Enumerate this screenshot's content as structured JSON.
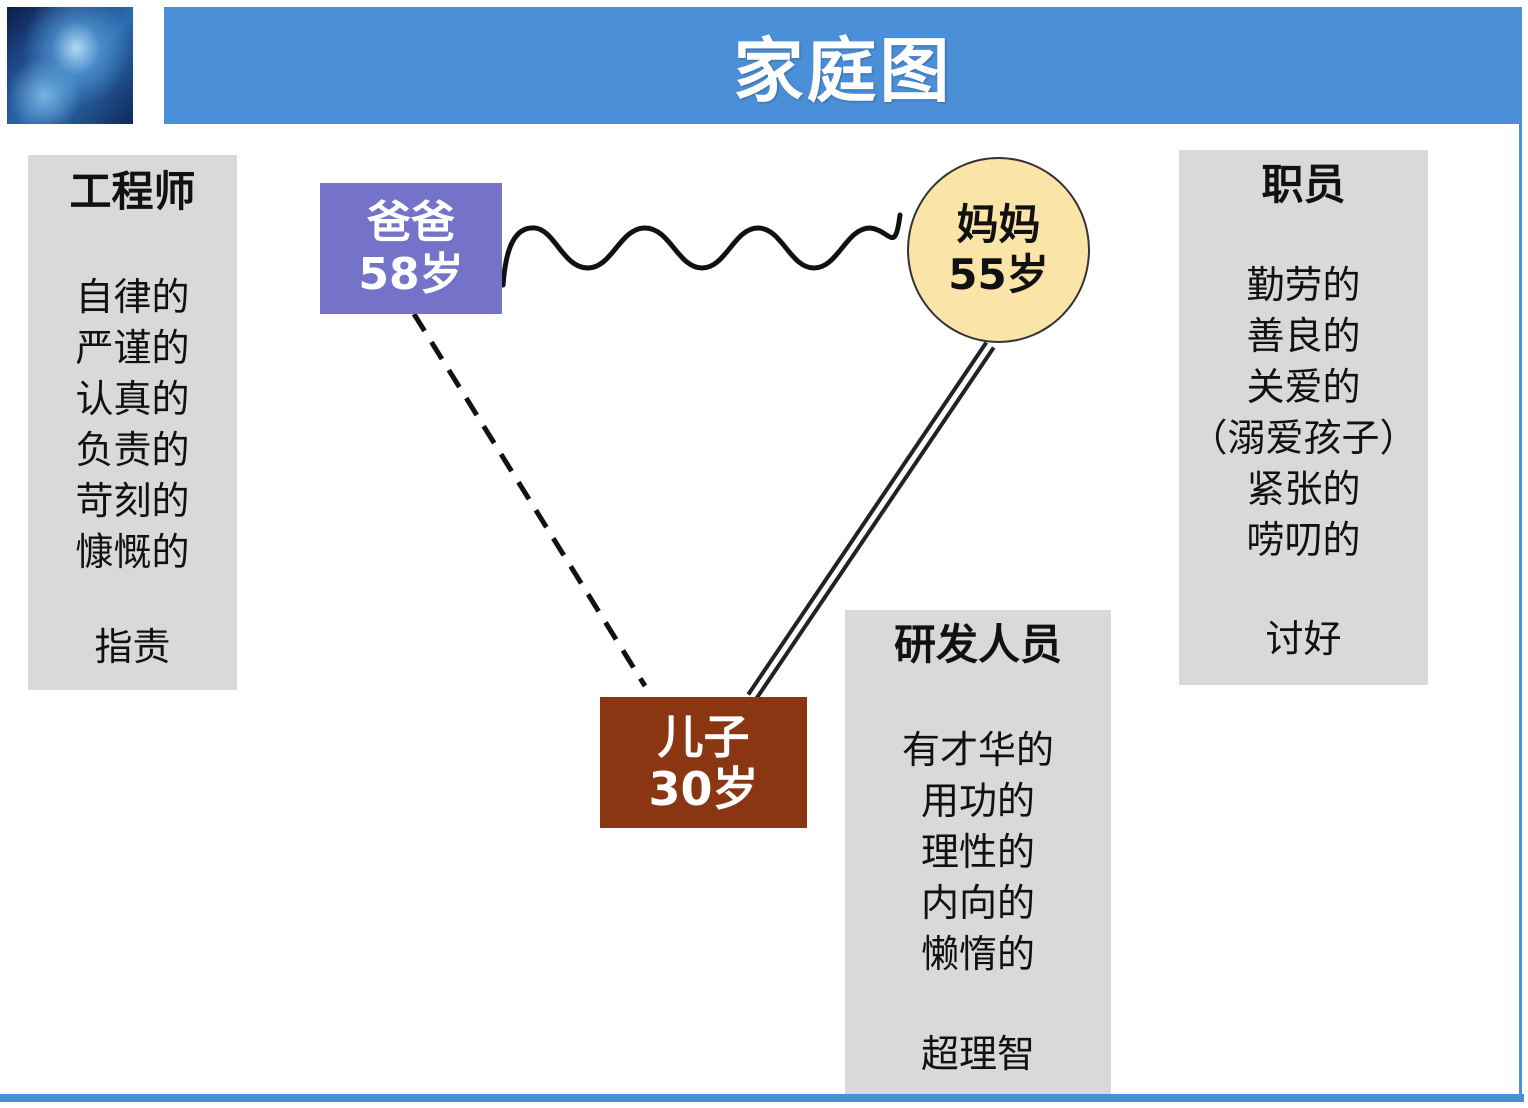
{
  "header": {
    "title": "家庭图"
  },
  "members": {
    "father": {
      "name": "爸爸",
      "age": "58岁"
    },
    "mother": {
      "name": "妈妈",
      "age": "55岁"
    },
    "son": {
      "name": "儿子",
      "age": "30岁"
    }
  },
  "father_traits": {
    "title": "工程师",
    "traits": [
      "自律的",
      "严谨的",
      "认真的",
      "负责的",
      "苛刻的",
      "慷慨的"
    ],
    "summary": "指责"
  },
  "mother_traits": {
    "title": "职员",
    "traits": [
      "勤劳的",
      "善良的",
      "关爱的",
      "（溺爱孩子）",
      "紧张的",
      "唠叨的"
    ],
    "summary": "讨好"
  },
  "son_traits": {
    "title": "研发人员",
    "traits": [
      "有才华的",
      "用功的",
      "理性的",
      "内向的",
      "懒惰的"
    ],
    "summary": "超理智"
  },
  "relationships": [
    {
      "from": "爸爸",
      "to": "妈妈",
      "style": "conflict (wavy line)"
    },
    {
      "from": "爸爸",
      "to": "儿子",
      "style": "distant (dashed line)"
    },
    {
      "from": "妈妈",
      "to": "儿子",
      "style": "close (double line)"
    }
  ],
  "colors": {
    "header_blue": "#4a8fd8",
    "father_fill": "#7573c9",
    "mother_fill": "#fbe4a7",
    "son_fill": "#8b3613",
    "info_box_gray": "#d9d9d9"
  }
}
